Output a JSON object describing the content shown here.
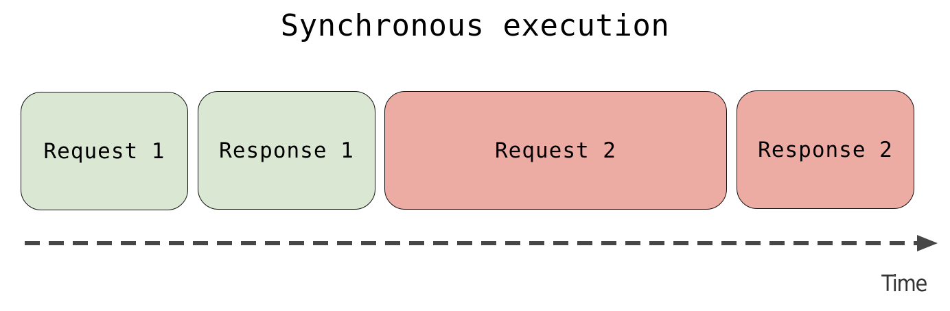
{
  "diagram": {
    "title": "Synchronous execution",
    "blocks": [
      {
        "label": "Request 1",
        "color": "#d9e7d3"
      },
      {
        "label": "Response 1",
        "color": "#d9e7d3"
      },
      {
        "label": "Request 2",
        "color": "#edaca3"
      },
      {
        "label": "Response 2",
        "color": "#edaca3"
      }
    ],
    "axis": {
      "label": "Time",
      "style": "dashed-arrow",
      "color": "#474747"
    }
  }
}
